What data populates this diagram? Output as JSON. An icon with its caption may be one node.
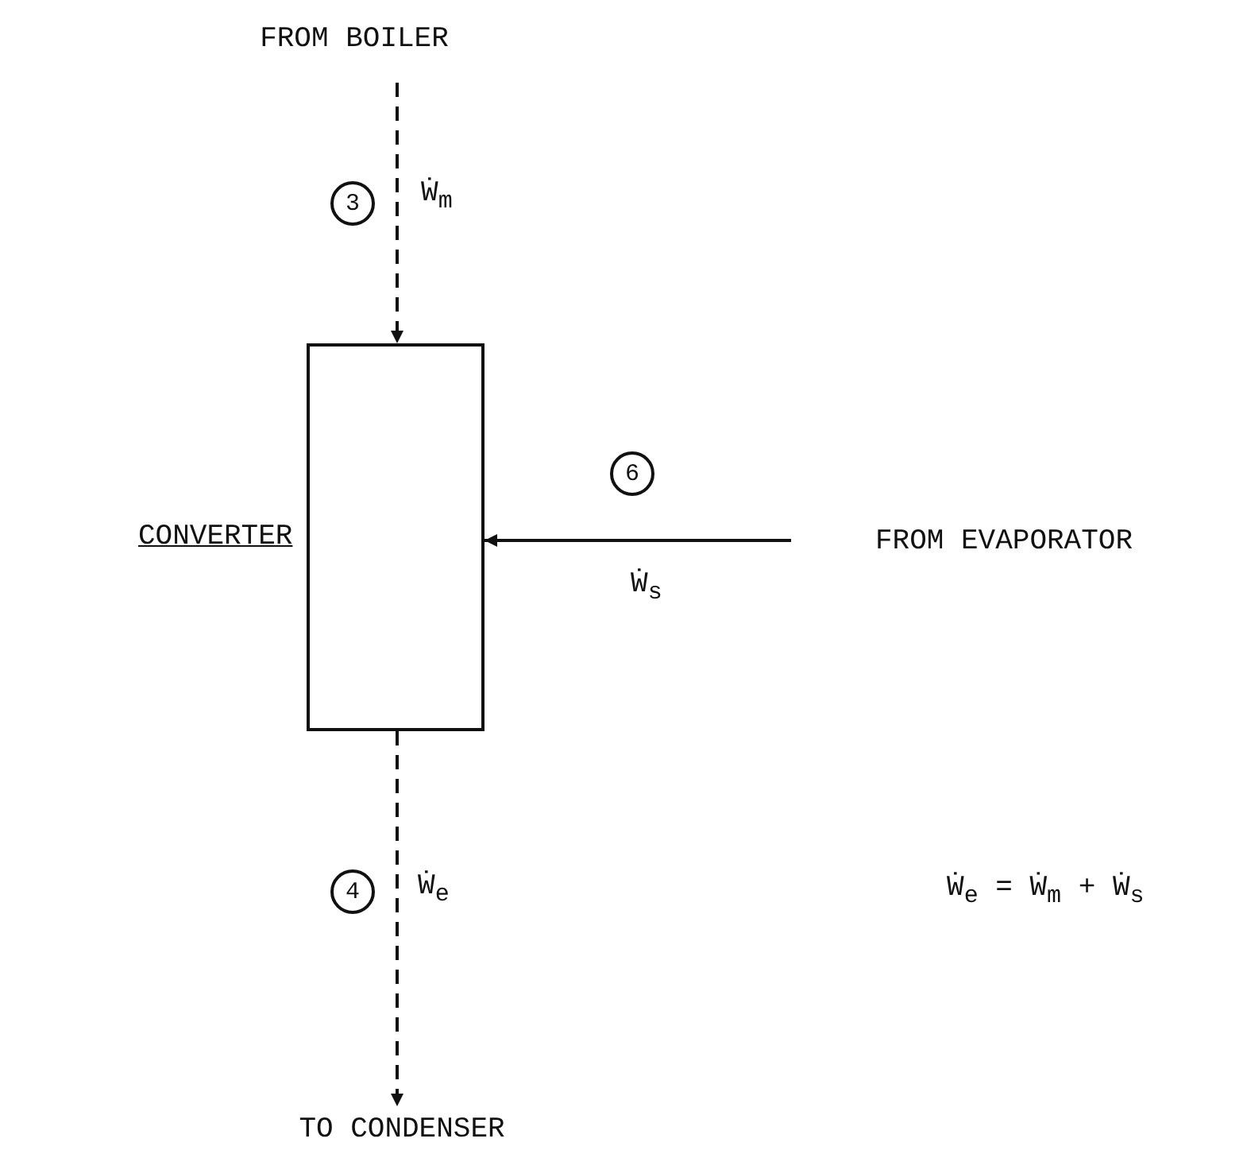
{
  "diagram": {
    "nodes": [
      {
        "text": [
          "FROM BOILER"
        ]
      },
      {
        "text": [],
        "shape": "box",
        "beside": [
          "CONVERTER"
        ]
      },
      {
        "text": [
          "FROM EVAPORATOR"
        ]
      },
      {
        "text": [
          "TO CONDENSER"
        ]
      }
    ],
    "edges": [
      {
        "from": 0,
        "to": 1,
        "arrow": "to",
        "style": "dashed",
        "label": "Ẇ$_{m}$"
      },
      {
        "from": 2,
        "to": 1,
        "arrow": "to",
        "label": "Ẇ$_{s}$"
      },
      {
        "from": 1,
        "to": 3,
        "arrow": "to",
        "style": "dashed",
        "label": "Ẇ$_{e}$"
      }
    ],
    "labels": [
      "3",
      "6",
      "4",
      "Ẇ$_{e}$ = Ẇ$_{m}$ + Ẇ$_{s}$"
    ]
  }
}
